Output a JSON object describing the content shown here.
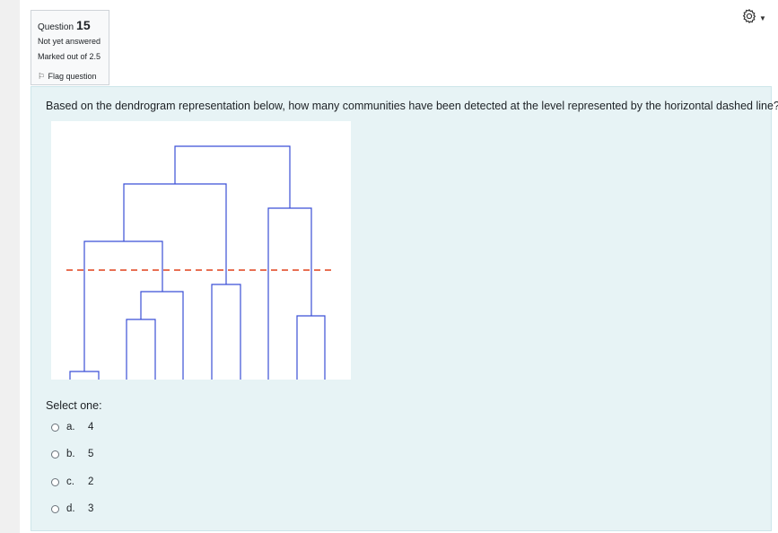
{
  "question": {
    "label": "Question",
    "number": "15",
    "status": "Not yet answered",
    "marks": "Marked out of 2.5",
    "flag_label": "Flag question"
  },
  "question_text": "Based on the dendrogram representation below, how many communities have been detected at the level represented by the horizontal dashed line?",
  "select_prompt": "Select one:",
  "options": [
    {
      "letter": "a.",
      "value": "4"
    },
    {
      "letter": "b.",
      "value": "5"
    },
    {
      "letter": "c.",
      "value": "2"
    },
    {
      "letter": "d.",
      "value": "3"
    }
  ],
  "colors": {
    "dendrogram_line": "#3b4fd6",
    "cut_line": "#e0401c",
    "content_bg": "#e7f3f5"
  },
  "icons": {
    "settings": "gear-icon",
    "flag": "flag-icon"
  }
}
